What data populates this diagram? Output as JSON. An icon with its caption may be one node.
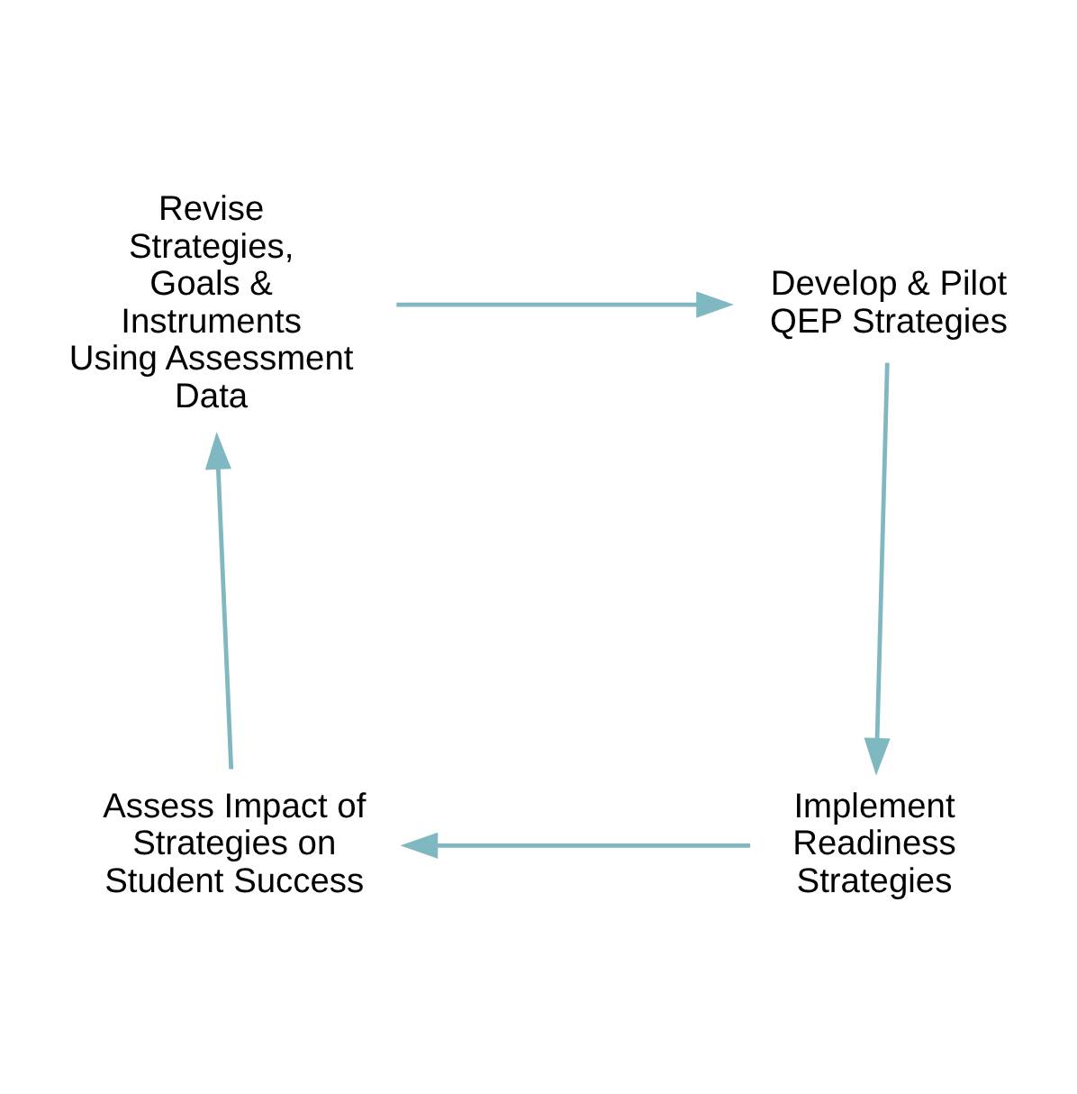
{
  "diagram": {
    "nodes": [
      {
        "text": [
          "Revise Strategies, Goals & Instruments Using Assessment Data"
        ]
      },
      {
        "text": [
          "Develop & Pilot QEP Strategies"
        ]
      },
      {
        "text": [
          "Assess Impact of Strategies on Student Success"
        ]
      },
      {
        "text": [
          "Implement Readiness Strategies"
        ]
      }
    ],
    "edges": [
      {
        "from": 0,
        "to": 1,
        "arrow": "to"
      },
      {
        "from": 1,
        "to": 3,
        "arrow": "to"
      },
      {
        "from": 3,
        "to": 2,
        "arrow": "to"
      },
      {
        "from": 2,
        "to": 0,
        "arrow": "to"
      }
    ]
  }
}
